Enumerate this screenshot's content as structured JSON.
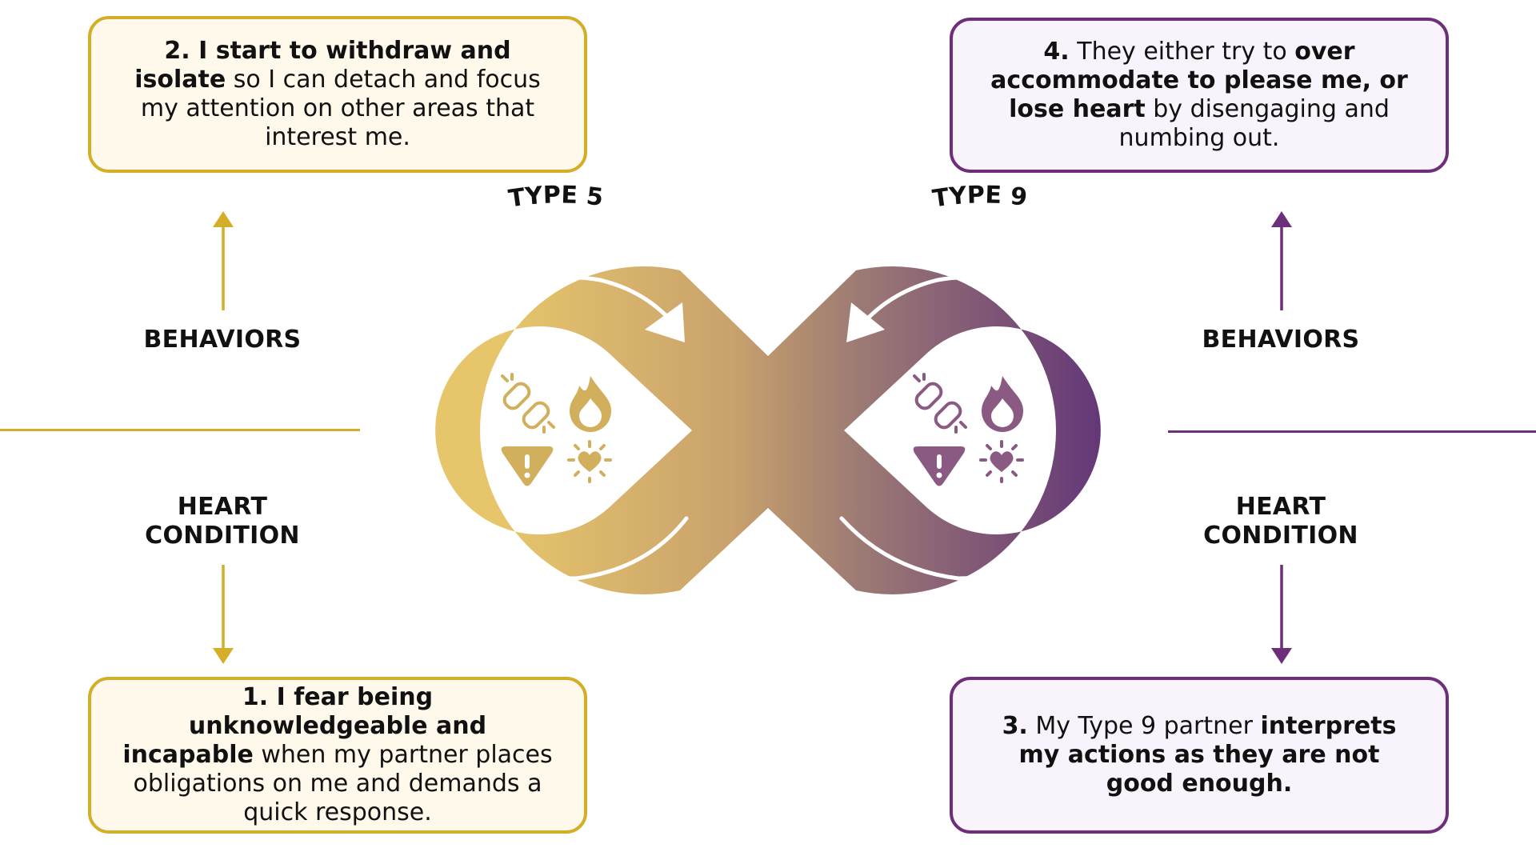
{
  "colors": {
    "gold": "#D4AE28",
    "gold_fill": "#FEF9EB",
    "purple": "#6E2F7A",
    "purple_fill": "#F9F4FB",
    "gradient_start": "#E6C56B",
    "gradient_end": "#572A78",
    "text": "#111111",
    "white": "#FFFFFF"
  },
  "left": {
    "behaviors_label": "BEHAVIORS",
    "heart_label_line1": "HEART",
    "heart_label_line2": "CONDITION",
    "top_box": {
      "b1": "2. I start to withdraw and isolate",
      "t1": " so I can detach and focus my attention on other areas that interest me."
    },
    "bottom_box": {
      "b1": "1. I fear being unknowledgeable and incapable",
      "t1": " when my partner places obligations on me and demands a quick response."
    }
  },
  "right": {
    "behaviors_label": "BEHAVIORS",
    "heart_label_line1": "HEART",
    "heart_label_line2": "CONDITION",
    "top_box": {
      "b1": "4.",
      "t1": " They either try to ",
      "b2": "over accommodate to please me, or lose heart",
      "t2": " by disengaging and numbing out."
    },
    "bottom_box": {
      "b1": "3.",
      "t1": " My Type 9 partner ",
      "b2": "interprets my actions as they are not good enough."
    }
  },
  "infinity": {
    "left_type": "TYPE 5",
    "right_type": "TYPE 9",
    "icons": [
      "broken-link-icon",
      "flame-icon",
      "warning-icon",
      "heart-burst-icon"
    ]
  }
}
